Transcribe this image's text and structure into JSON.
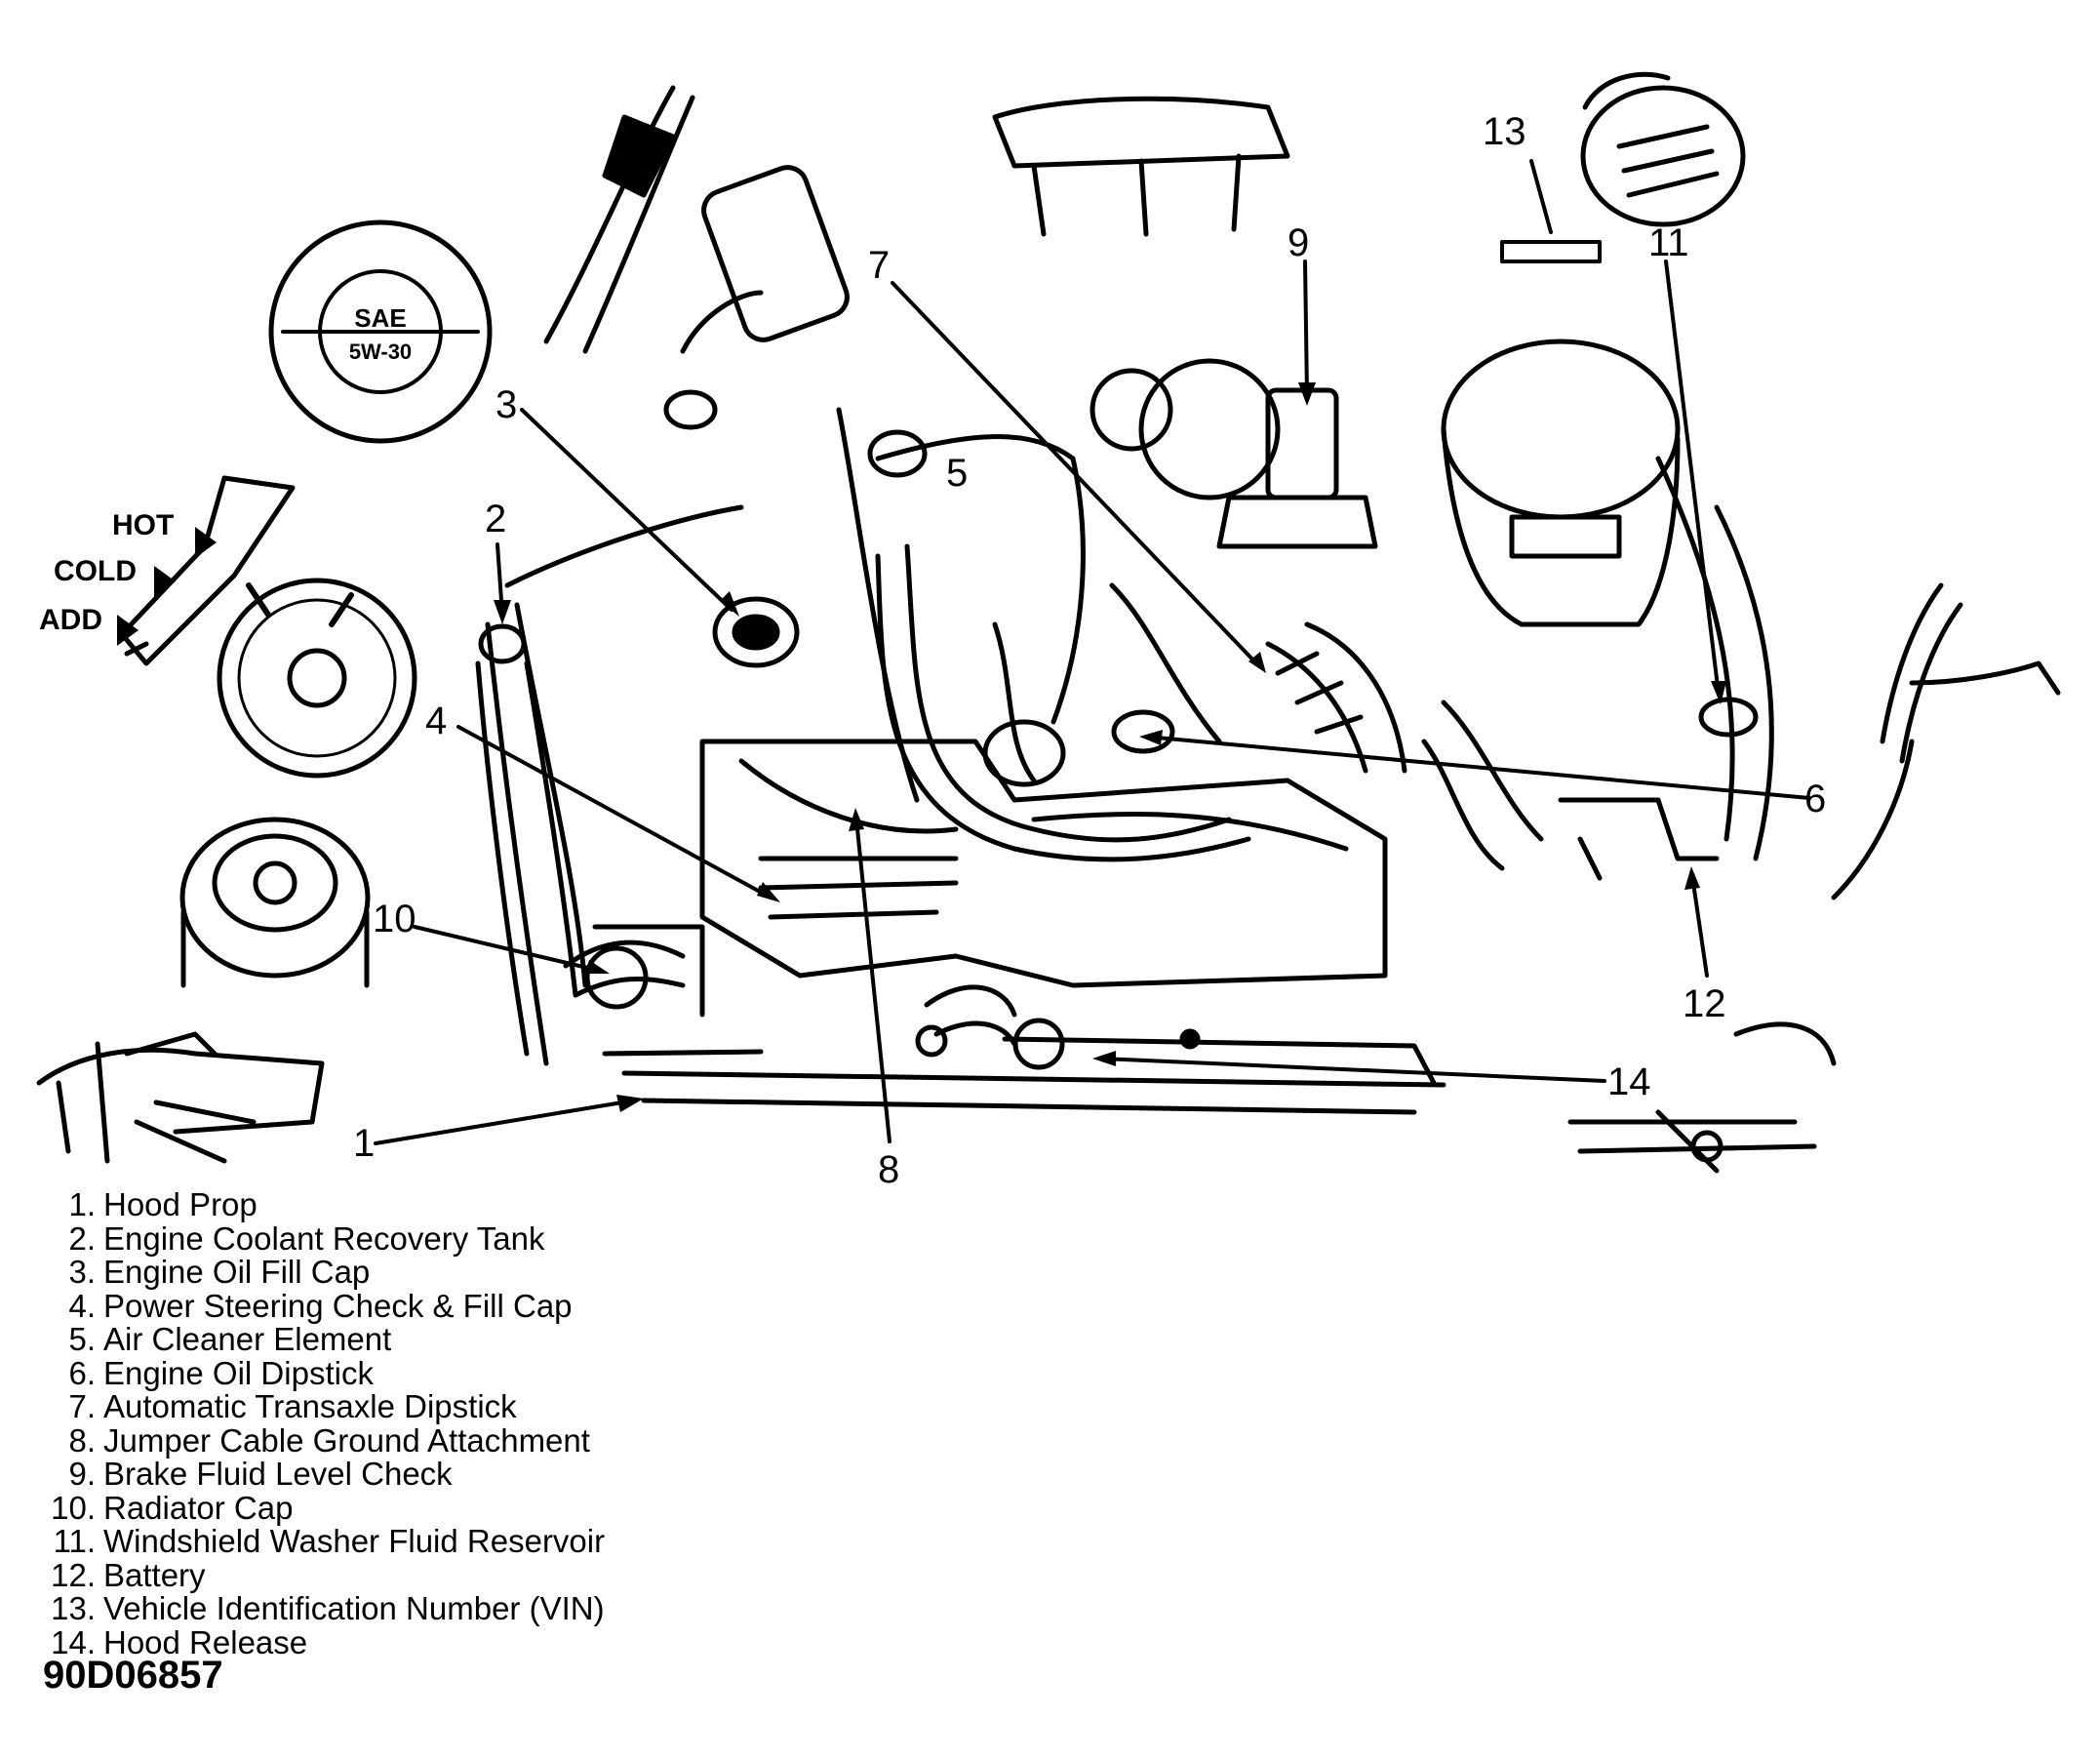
{
  "callouts": [
    "1",
    "2",
    "3",
    "4",
    "5",
    "6",
    "7",
    "8",
    "9",
    "10",
    "11",
    "12",
    "13",
    "14"
  ],
  "gauge_labels": {
    "hot": "HOT",
    "cold": "COLD",
    "add": "ADD"
  },
  "oil_cap_text": {
    "top": "SAE",
    "bottom": "5W-30"
  },
  "legend": [
    {
      "num": "1.",
      "label": "Hood Prop"
    },
    {
      "num": "2.",
      "label": "Engine Coolant Recovery Tank"
    },
    {
      "num": "3.",
      "label": "Engine Oil Fill Cap"
    },
    {
      "num": "4.",
      "label": "Power Steering Check & Fill Cap"
    },
    {
      "num": "5.",
      "label": "Air Cleaner Element"
    },
    {
      "num": "6.",
      "label": "Engine Oil Dipstick"
    },
    {
      "num": "7.",
      "label": "Automatic Transaxle Dipstick"
    },
    {
      "num": "8.",
      "label": "Jumper Cable Ground Attachment"
    },
    {
      "num": "9.",
      "label": "Brake Fluid Level Check"
    },
    {
      "num": "10.",
      "label": "Radiator Cap"
    },
    {
      "num": "11.",
      "label": "Windshield Washer Fluid Reservoir"
    },
    {
      "num": "12.",
      "label": "Battery"
    },
    {
      "num": "13.",
      "label": "Vehicle Identification Number (VIN)"
    },
    {
      "num": "14.",
      "label": "Hood Release"
    }
  ],
  "figure_id": "90D06857"
}
